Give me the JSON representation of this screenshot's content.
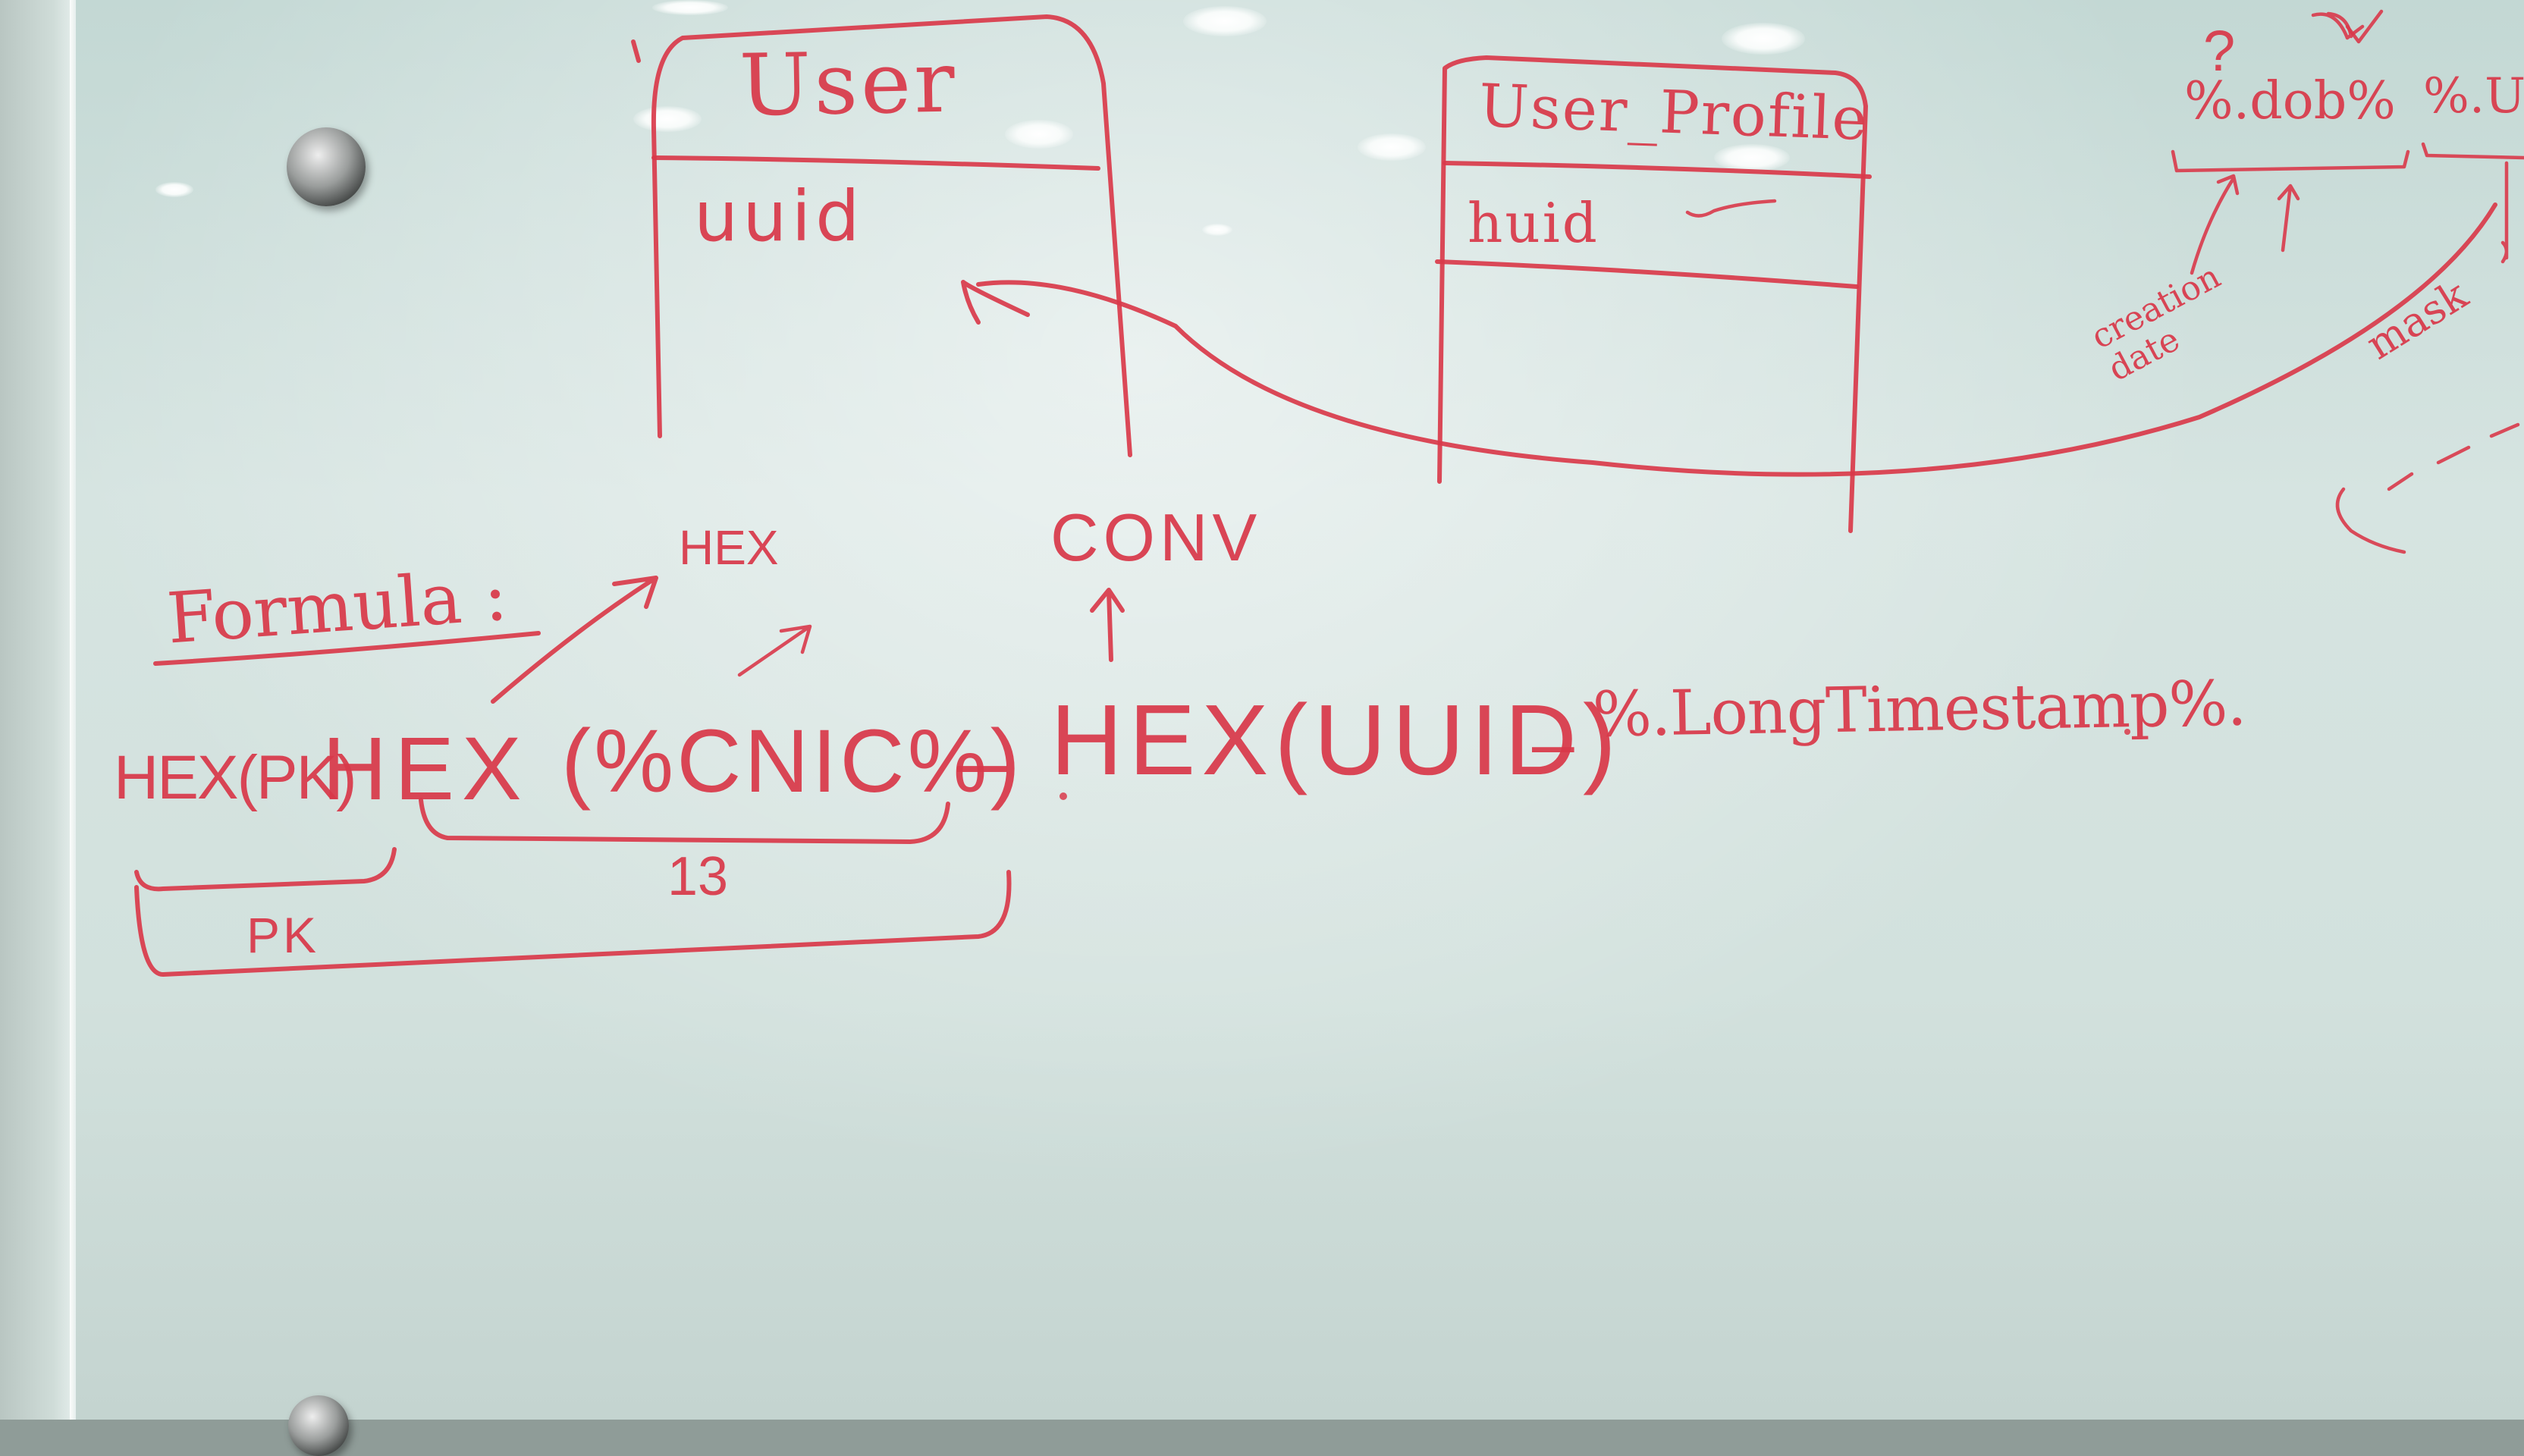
{
  "entities": {
    "user": {
      "title": "User",
      "field": "uuid"
    },
    "user_profile": {
      "title": "User_Profile",
      "field": "huid"
    }
  },
  "formula": {
    "heading": "Formula :",
    "parts": {
      "hex_pk": "HEX(PK)",
      "hex_open": "HEX",
      "cnic": "(%CNIC%)",
      "dash1": "–",
      "hex_uuid": "HEX(UUID)",
      "dash2": "–",
      "timestamp": "%.LongTimestamp%."
    },
    "annotations": {
      "hex_note": "HEX",
      "conv_note": "CONV",
      "length_13": "13",
      "pk_label": "PK"
    }
  },
  "corner_notes": {
    "question": "?",
    "dob": "%.dob%",
    "uu_cut": "%.UU",
    "creation_date": "creation date",
    "mask": "mask"
  },
  "colors": {
    "marker": "#d9394a",
    "board": "#d2e1dd"
  }
}
